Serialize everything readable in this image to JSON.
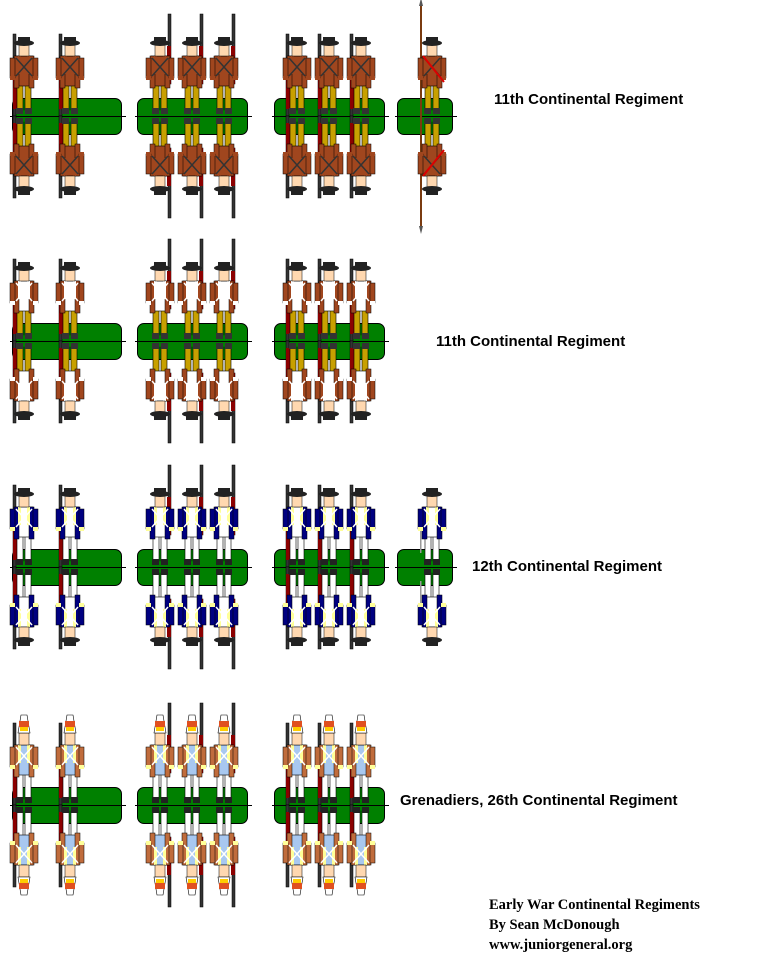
{
  "sheet": {
    "title": "Early War Continental Regiments",
    "author": "By Sean McDonough",
    "website": "www.juniorgeneral.org",
    "colors": {
      "base_green": "#008000",
      "background": "#ffffff",
      "outline": "#000000"
    }
  },
  "rows": [
    {
      "label": "11th Continental Regiment",
      "coat": "#a0461e",
      "facing": "#a0461e",
      "waistcoat": "#a0461e",
      "breeches": "#c8a000",
      "headgear": "tricorn",
      "groups": [
        {
          "pose": "port-arms",
          "count": 2
        },
        {
          "pose": "shoulder-arms",
          "count": 3
        },
        {
          "pose": "order-arms",
          "count": 3
        },
        {
          "pose": "officer-spontoon",
          "count": 1
        }
      ]
    },
    {
      "label": "11th Continental Regiment",
      "coat": "#a0461e",
      "facing": "#ffffff",
      "waistcoat": "#ffffff",
      "breeches": "#c8a000",
      "headgear": "tricorn",
      "groups": [
        {
          "pose": "port-arms",
          "count": 2
        },
        {
          "pose": "shoulder-arms",
          "count": 3
        },
        {
          "pose": "order-arms",
          "count": 3
        }
      ]
    },
    {
      "label": "12th Continental Regiment",
      "coat": "#000080",
      "facing": "#ffff99",
      "waistcoat": "#ffffff",
      "breeches": "#ffffff",
      "headgear": "tricorn",
      "groups": [
        {
          "pose": "port-arms",
          "count": 2
        },
        {
          "pose": "shoulder-arms",
          "count": 3
        },
        {
          "pose": "order-arms",
          "count": 3
        },
        {
          "pose": "officer-sword",
          "count": 1
        }
      ]
    },
    {
      "label": "Grenadiers, 26th Continental Regiment",
      "coat": "#c06c3c",
      "facing": "#ffff99",
      "waistcoat": "#a8c8f0",
      "breeches": "#ffffff",
      "headgear": "grenadier-cap",
      "groups": [
        {
          "pose": "port-arms",
          "count": 2
        },
        {
          "pose": "shoulder-arms",
          "count": 3
        },
        {
          "pose": "order-arms",
          "count": 3
        }
      ]
    }
  ]
}
